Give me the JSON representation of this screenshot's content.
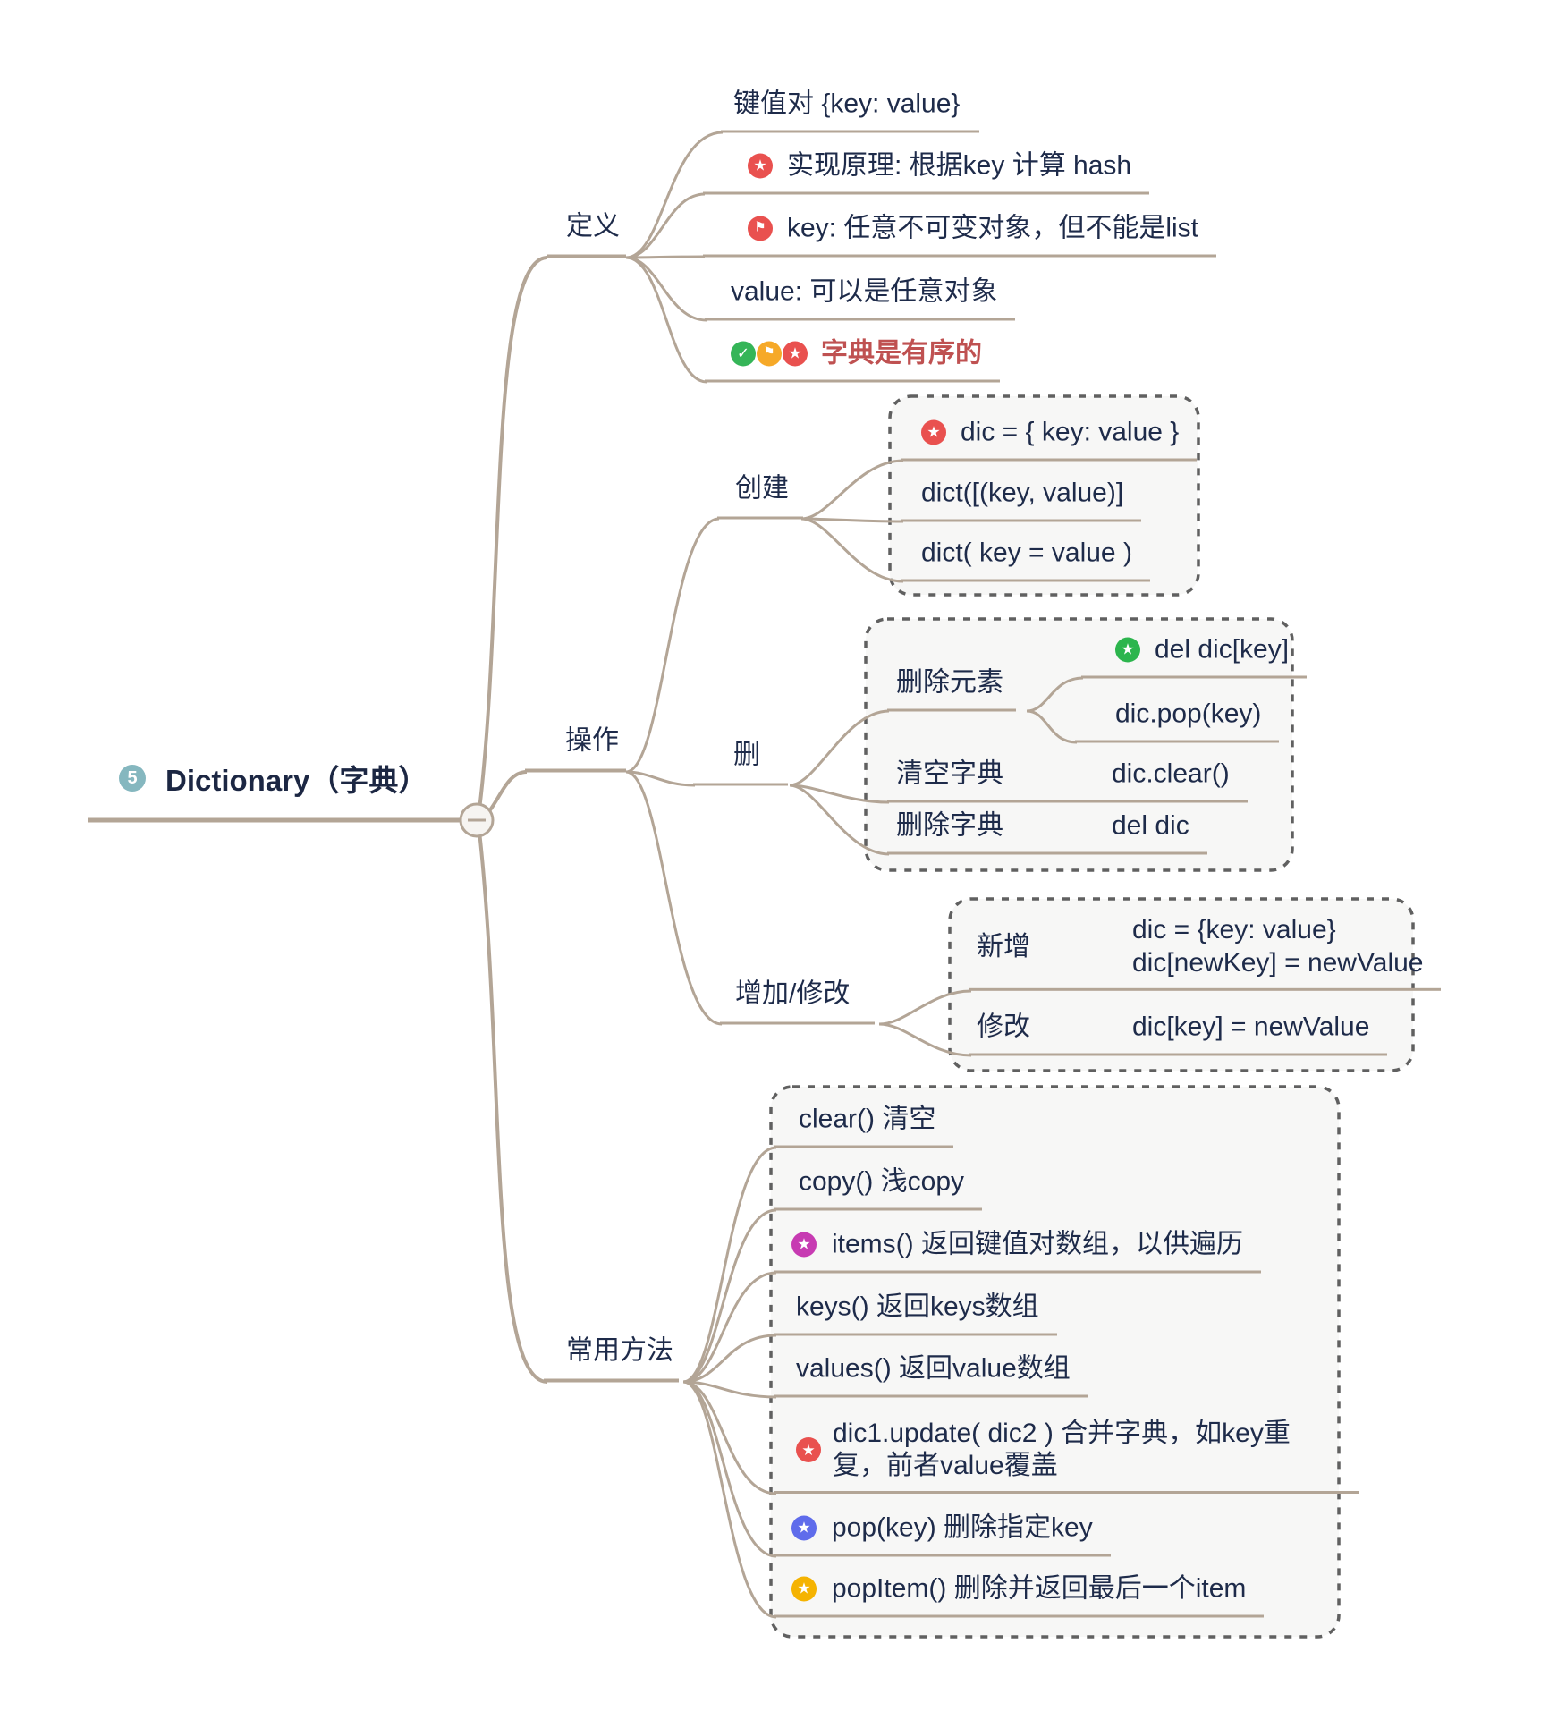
{
  "icons": {
    "star": "★",
    "flag": "⚑",
    "check": "✓"
  },
  "colors": {
    "branch": "#b3a596",
    "text": "#1e2b4a",
    "redText": "#bf5151",
    "red": "#e9514f",
    "green": "#35b558",
    "greenBright": "#2cb54d",
    "orange": "#f6a928",
    "purple": "#c73bb2",
    "blue": "#5f6ceb",
    "yellow": "#f5b301",
    "teal": "#85b7bf",
    "boxFill": "#f7f7f6",
    "boxBorder": "#606060"
  },
  "root": {
    "badge": "5",
    "label": "Dictionary（字典）"
  },
  "definition": {
    "label": "定义",
    "kv": "键值对 {key: value}",
    "principle": "实现原理: 根据key 计算 hash",
    "key_rule": "key: 任意不可变对象，但不能是list",
    "value_rule": "value: 可以是任意对象",
    "ordered": "字典是有序的"
  },
  "operation": {
    "label": "操作",
    "create": {
      "label": "创建",
      "literal": "dic = { key: value }",
      "from_pairs": "dict([(key, value)]",
      "kwargs": "dict( key = value )"
    },
    "delete": {
      "label": "删",
      "remove_item": {
        "label": "删除元素",
        "del_key": "del dic[key]",
        "pop": "dic.pop(key)"
      },
      "clear": {
        "label": "清空字典",
        "code": "dic.clear()"
      },
      "remove_dict": {
        "label": "删除字典",
        "code": "del dic"
      }
    },
    "modify": {
      "label": "增加/修改",
      "add": {
        "label": "新增",
        "code1": "dic = {key: value}",
        "code2": "dic[newKey] = newValue"
      },
      "change": {
        "label": "修改",
        "code": "dic[key] = newValue"
      }
    }
  },
  "methods": {
    "label": "常用方法",
    "clear": "clear() 清空",
    "copy": "copy() 浅copy",
    "items": "items() 返回键值对数组，以供遍历",
    "keys": "keys() 返回keys数组",
    "values": "values() 返回value数组",
    "update": "dic1.update( dic2 ) 合并字典，如key重复，前者value覆盖",
    "pop": "pop(key) 删除指定key",
    "popitem": "popItem() 删除并返回最后一个item"
  }
}
